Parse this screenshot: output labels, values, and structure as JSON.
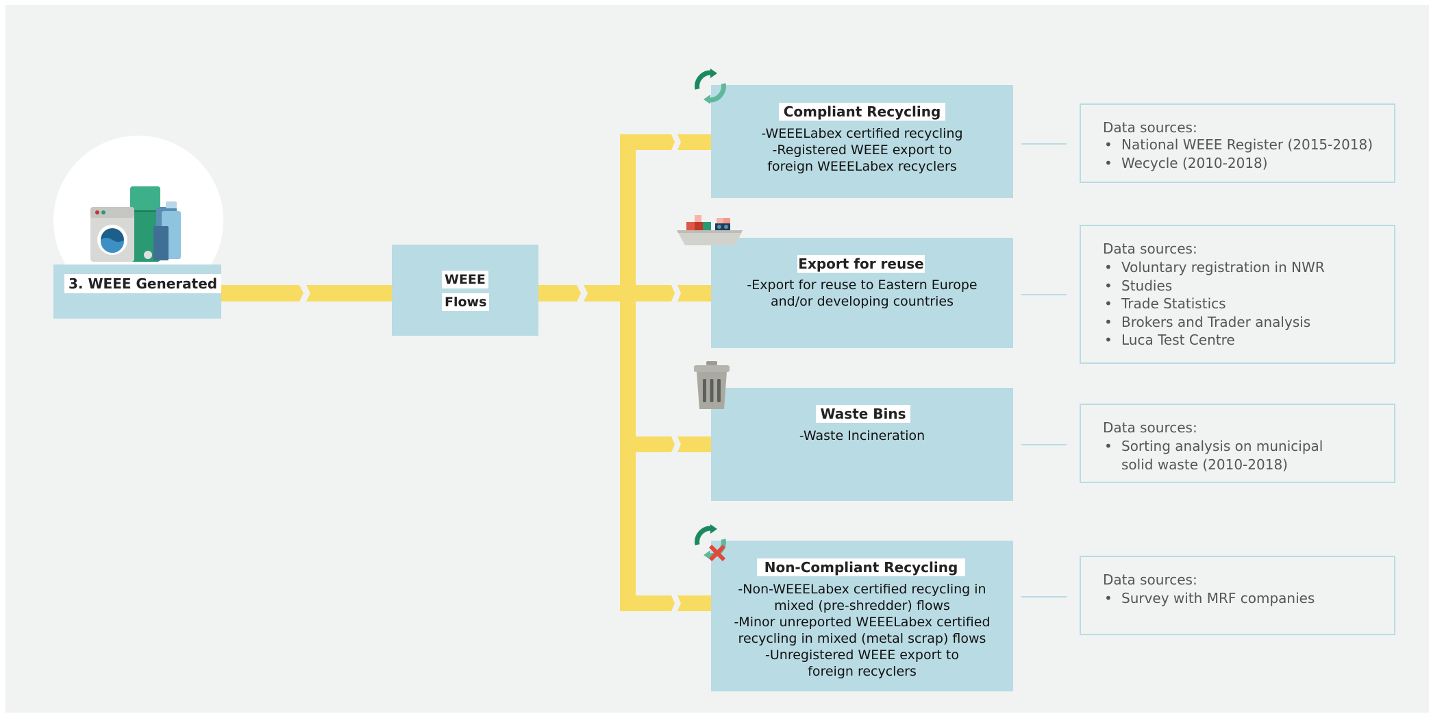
{
  "source": {
    "label": "3. WEEE Generated",
    "icon": "household-appliances-icon"
  },
  "hub": {
    "line1": "WEEE",
    "line2": "Flows"
  },
  "flows": [
    {
      "title": "Compliant Recycling",
      "icon": "recycling-arrows-icon",
      "description": "-WEEELabex certified recycling\n-Registered WEEE export to\nforeign WEEELabex recyclers",
      "sources_title": "Data sources:",
      "sources": [
        "National WEEE Register (2015-2018)",
        "Wecycle (2010-2018)"
      ]
    },
    {
      "title": "Export for reuse",
      "icon": "cargo-ship-icon",
      "description": "-Export for reuse to Eastern Europe\nand/or developing countries",
      "sources_title": "Data sources:",
      "sources": [
        "Voluntary registration in NWR",
        "Studies",
        "Trade Statistics",
        "Brokers and Trader analysis",
        "Luca Test Centre"
      ]
    },
    {
      "title": "Waste Bins",
      "icon": "trash-bin-icon",
      "description": "-Waste Incineration",
      "sources_title": "Data sources:",
      "sources": [
        "Sorting analysis on municipal\nsolid waste (2010-2018)"
      ]
    },
    {
      "title": "Non-Compliant Recycling",
      "icon": "recycling-crossed-icon",
      "description": "-Non-WEEELabex certified recycling in\nmixed (pre-shredder) flows\n-Minor unreported WEEELabex certified\nrecycling in mixed (metal scrap) flows\n-Unregistered WEEE export to\nforeign recyclers",
      "sources_title": "Data sources:",
      "sources": [
        "Survey with MRF companies"
      ]
    }
  ],
  "colors": {
    "flow_arrow": "#f8db61",
    "box_fill": "#b9dbe3",
    "background": "#f1f3f2",
    "recycle_green": "#1a8a5e"
  }
}
